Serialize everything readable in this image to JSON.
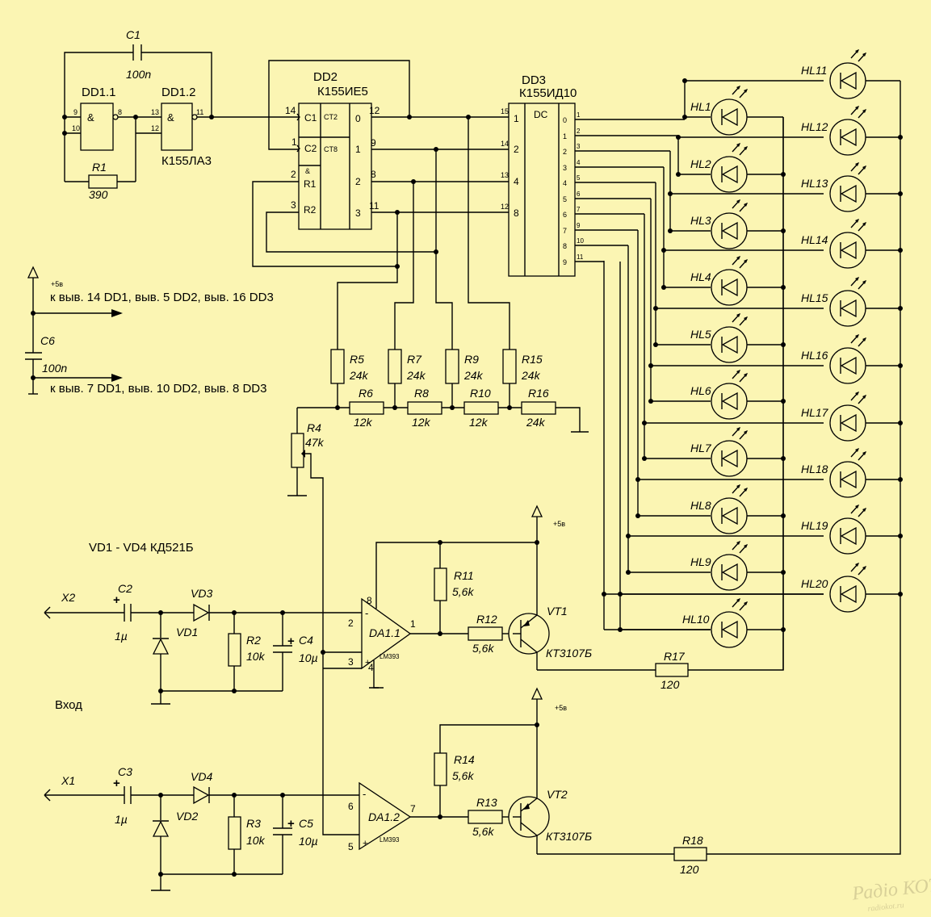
{
  "labels": {
    "c1": "C1",
    "c1v": "100n",
    "dd11": "DD1.1",
    "dd12": "DD1.2",
    "dd1type": "К155ЛА3",
    "r1": "R1",
    "r1v": "390",
    "dd2": "DD2",
    "dd2type": "К155ИЕ5",
    "dd3": "DD3",
    "dd3type": "К155ИД10",
    "c6": "C6",
    "c6v": "100n",
    "p5": "+5в",
    "note1": "к выв. 14 DD1, выв. 5 DD2, выв. 16 DD3",
    "note2": "к выв. 7 DD1, выв. 10 DD2, выв. 8 DD3",
    "vdnote": "VD1 - VD4 КД521Б",
    "r5": "R5",
    "r7": "R7",
    "r9": "R9",
    "r15": "R15",
    "v24k": "24k",
    "r6": "R6",
    "r8": "R8",
    "r10": "R10",
    "r16": "R16",
    "v12k": "12k",
    "r4": "R4",
    "r4v": "47k",
    "x1": "X1",
    "x2": "X2",
    "c2": "C2",
    "c3": "C3",
    "v1u": "1µ",
    "vd1": "VD1",
    "vd2": "VD2",
    "vd3": "VD3",
    "vd4": "VD4",
    "r2": "R2",
    "r3": "R3",
    "v10k": "10k",
    "c4": "C4",
    "c5": "C5",
    "v10u": "10µ",
    "da11": "DA1.1",
    "da12": "DA1.2",
    "lm393": "LM393",
    "r11": "R11",
    "r12": "R12",
    "r13": "R13",
    "r14": "R14",
    "v56k": "5,6k",
    "vt1": "VT1",
    "vt2": "VT2",
    "kt": "КТ3107Б",
    "r17": "R17",
    "r18": "R18",
    "v120": "120",
    "vhod": "Вход",
    "ct2": "CT2",
    "ct8": "CT8",
    "amp": "&",
    "dc": "DC",
    "pc1": "C1",
    "pc2": "C2",
    "pr1": "R1",
    "pr2": "R2",
    "watermark": "Радіо КОТ",
    "wmurl": "radiokot.ru"
  },
  "leds_col1": [
    "HL1",
    "HL2",
    "HL3",
    "HL4",
    "HL5",
    "HL6",
    "HL7",
    "HL8",
    "HL9",
    "HL10"
  ],
  "leds_col2": [
    "HL11",
    "HL12",
    "HL13",
    "HL14",
    "HL15",
    "HL16",
    "HL17",
    "HL18",
    "HL19",
    "HL20"
  ],
  "pins": {
    "dd1a_in": [
      "9",
      "10"
    ],
    "dd1a_out": "8",
    "dd1b_in": [
      "13",
      "12"
    ],
    "dd1b_out": "11",
    "dd2_left": [
      "14",
      "1",
      "2",
      "3"
    ],
    "dd2_right_pins": [
      "12",
      "9",
      "8",
      "11"
    ],
    "dd2_right_labels": [
      "0",
      "1",
      "2",
      "3"
    ],
    "dd3_in_pins": [
      "15",
      "14",
      "13",
      "12"
    ],
    "dd3_in_labels": [
      "1",
      "2",
      "4",
      "8"
    ],
    "dd3_out_labels": [
      "0",
      "1",
      "2",
      "3",
      "4",
      "5",
      "6",
      "7",
      "8",
      "9"
    ],
    "dd3_out_pins": [
      "1",
      "2",
      "3",
      "4",
      "5",
      "6",
      "7",
      "9",
      "10",
      "11"
    ],
    "da11": [
      "8",
      "2",
      "3",
      "4",
      "1"
    ],
    "da12": [
      "6",
      "5",
      "7"
    ]
  },
  "colors": {
    "background": "#fbf5b3",
    "ink": "#000000"
  }
}
